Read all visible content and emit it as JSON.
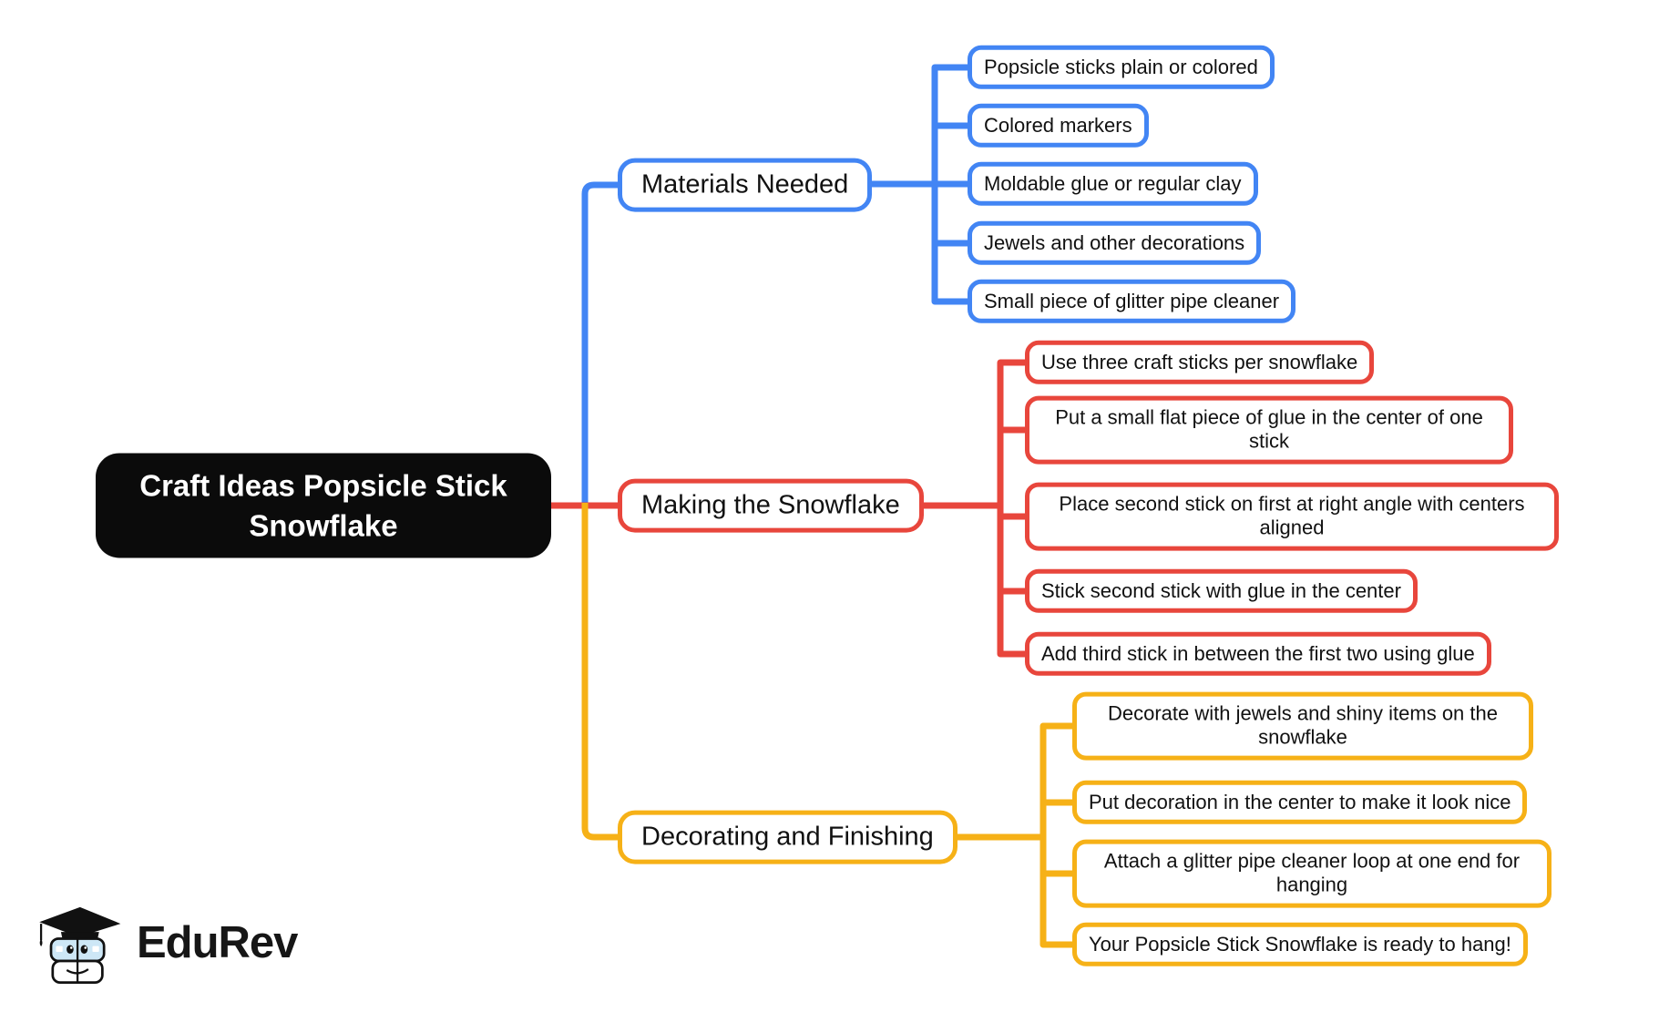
{
  "page": {
    "background_color": "#ffffff"
  },
  "mindmap": {
    "root": {
      "label": "Craft Ideas Popsicle Stick Snowflake",
      "bg_color": "#0b0b0b",
      "text_color": "#ffffff"
    },
    "branches": [
      {
        "label": "Materials Needed",
        "color": "#4285f4",
        "children": [
          "Popsicle sticks plain or colored",
          "Colored markers",
          "Moldable glue or regular clay",
          "Jewels and other decorations",
          "Small piece of glitter pipe cleaner"
        ]
      },
      {
        "label": "Making the Snowflake",
        "color": "#e8463c",
        "children": [
          "Use three craft sticks per snowflake",
          "Put a small flat piece of glue in the center of one stick",
          "Place second stick on first at right angle with centers aligned",
          "Stick second stick with glue in the center",
          "Add third stick in between the first two using glue"
        ]
      },
      {
        "label": "Decorating and Finishing",
        "color": "#f6b117",
        "children": [
          "Decorate with jewels and shiny items on the snowflake",
          "Put decoration in the center to make it look nice",
          "Attach a glitter pipe cleaner loop at one end for hanging",
          "Your Popsicle Stick Snowflake is ready to hang!"
        ]
      }
    ]
  },
  "logo": {
    "brand": "EduRev",
    "icon": "edurev-mascot-graduation-cap-books"
  }
}
